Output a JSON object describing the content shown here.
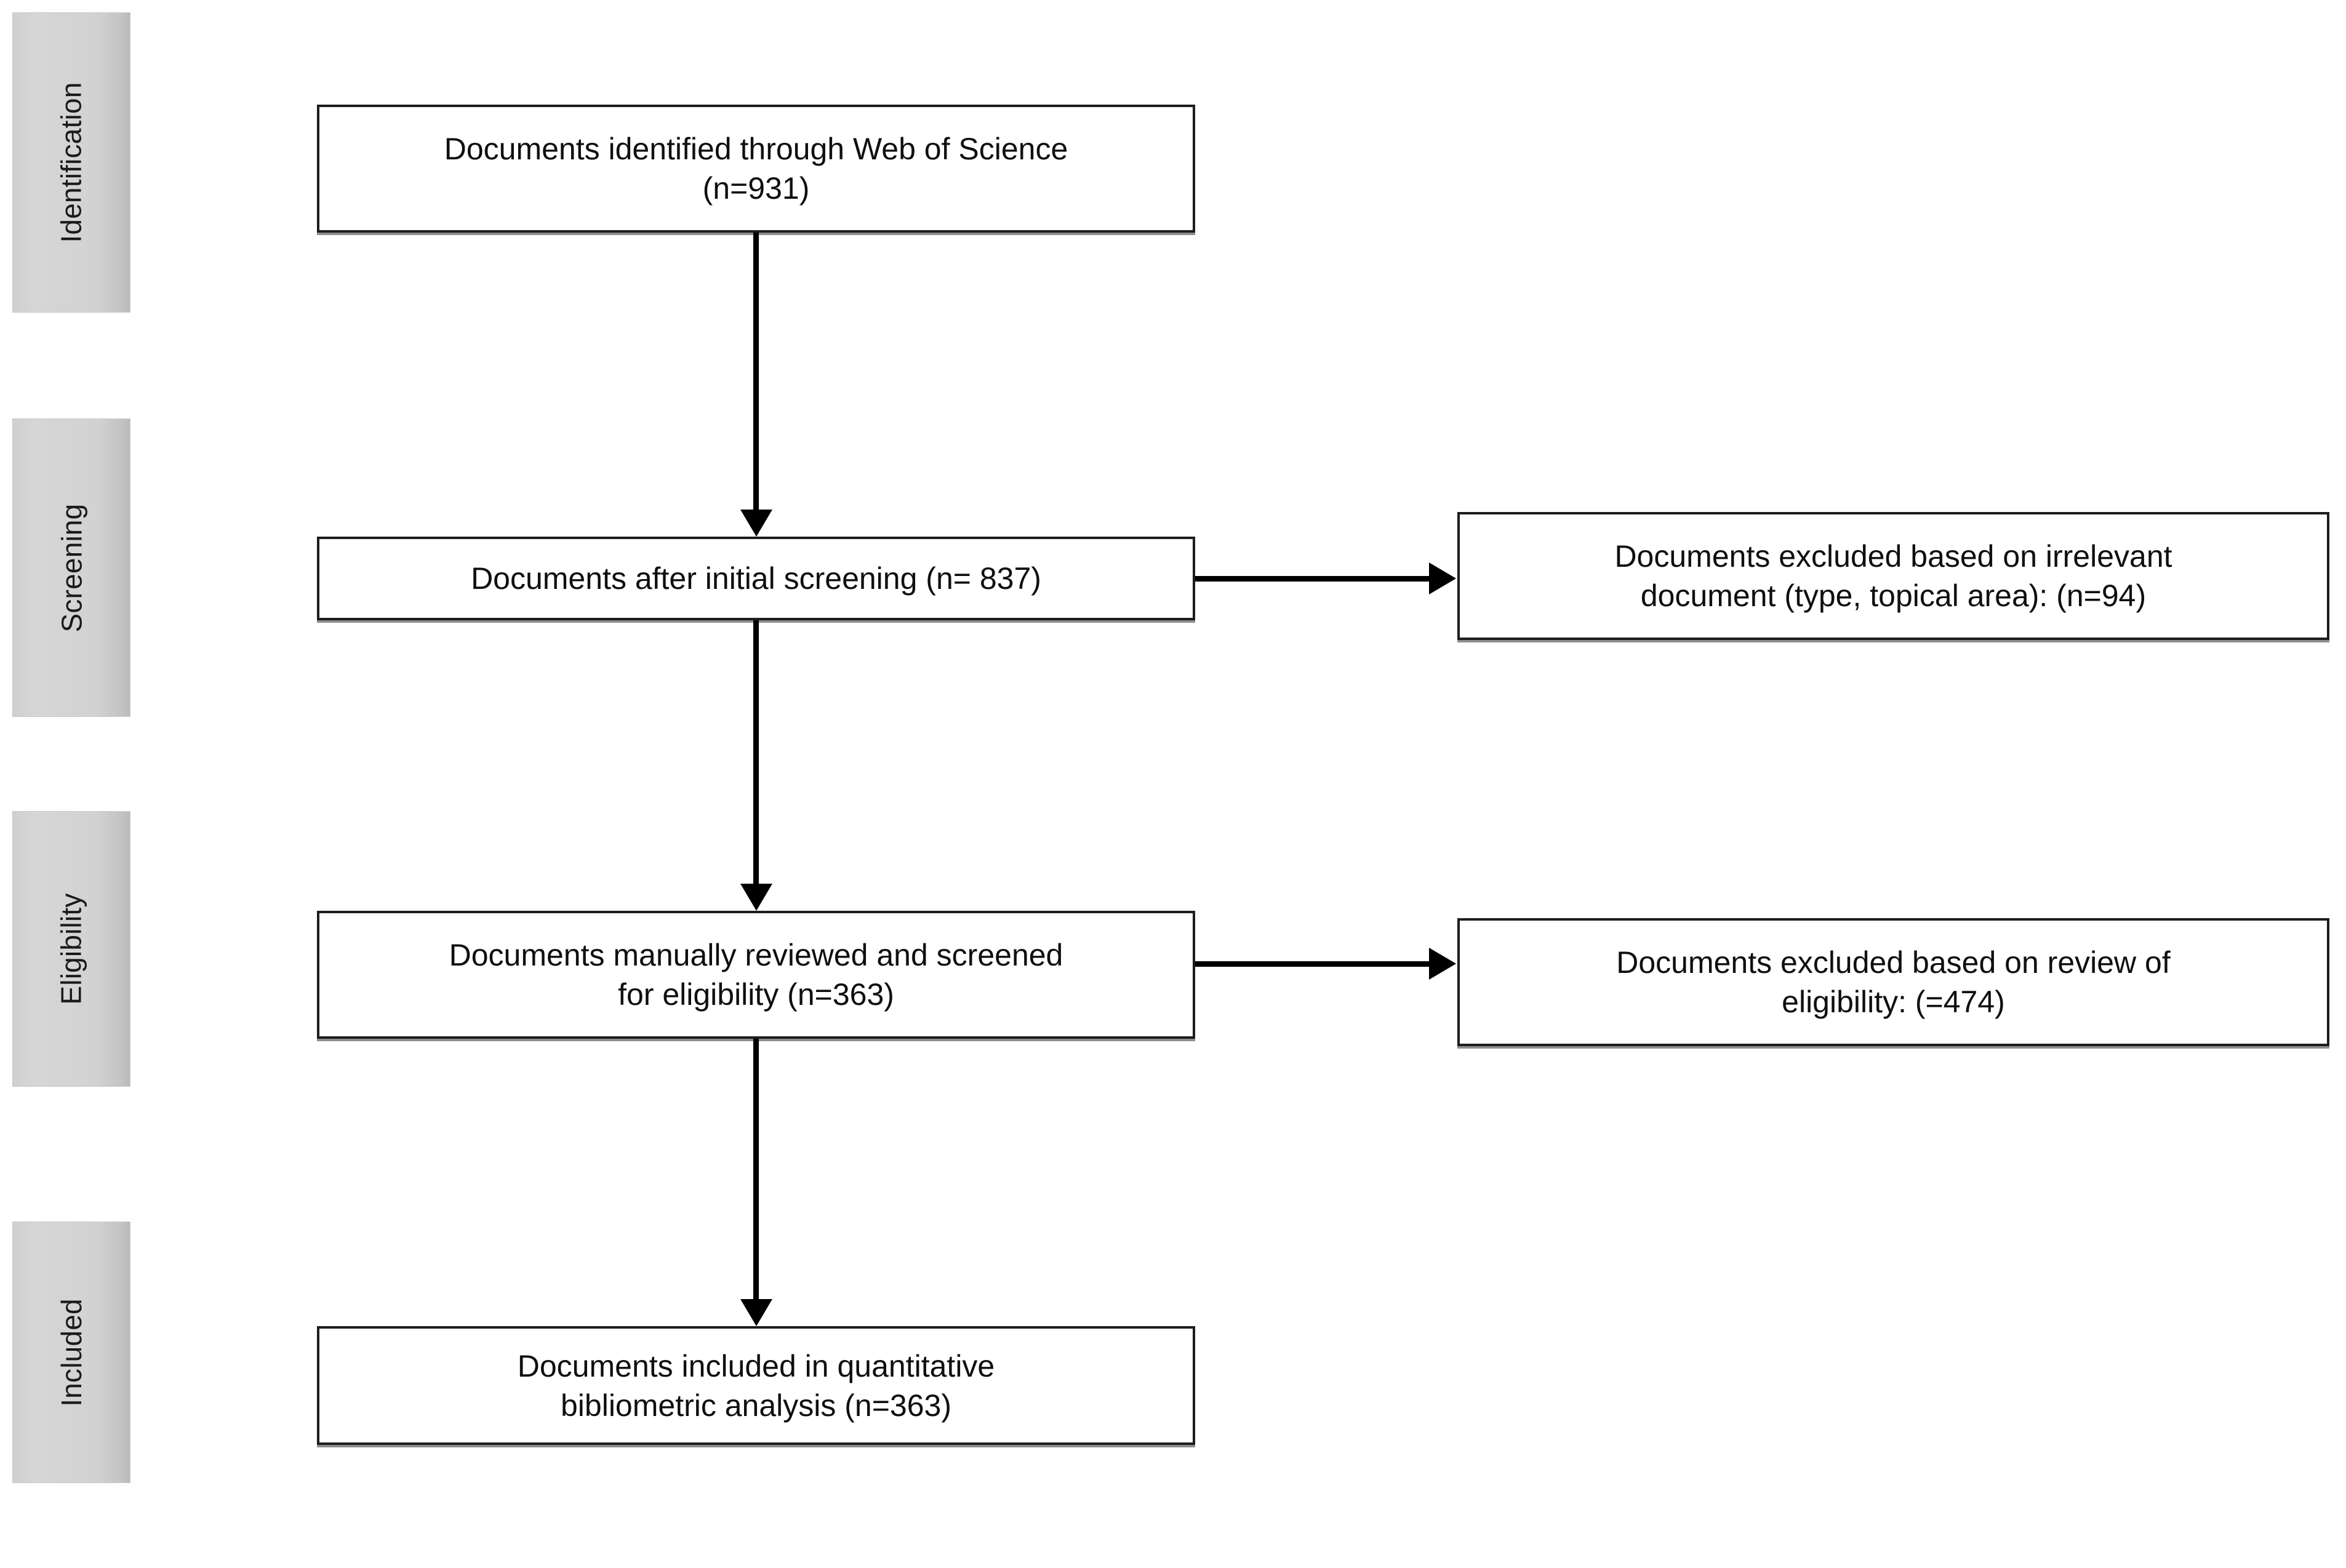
{
  "diagram": {
    "type": "prisma-flow-diagram",
    "title": "PRISMA document selection flow",
    "colors": {
      "box_border": "#1d1d1d",
      "box_fill": "#ffffff",
      "stage_bar_fill": "#d2d2d2",
      "connector": "#000000",
      "text": "#0f0f0f",
      "background": "#ffffff"
    }
  },
  "stages": [
    {
      "id": "identification",
      "label": "Identification"
    },
    {
      "id": "screening",
      "label": "Screening"
    },
    {
      "id": "eligibility",
      "label": "Eligibility"
    },
    {
      "id": "included",
      "label": "Included"
    }
  ],
  "nodes": {
    "identified": {
      "line1": "Documents identified through Web of Science",
      "line2": "(n=931)",
      "count": 931
    },
    "after_screening": {
      "line1": "Documents after initial screening (n= 837)",
      "line2": "",
      "count": 837
    },
    "excluded_irrelevant": {
      "line1": "Documents excluded based on irrelevant",
      "line2": "document (type, topical area): (n=94)",
      "count": 94
    },
    "eligibility_reviewed": {
      "line1": "Documents manually reviewed and screened",
      "line2": "for eligibility (n=363)",
      "count": 363
    },
    "excluded_eligibility": {
      "line1": "Documents excluded based on review of",
      "line2": "eligibility: (=474)",
      "count": 474
    },
    "included_final": {
      "line1": "Documents included in quantitative",
      "line2": "bibliometric analysis (n=363)",
      "count": 363
    }
  },
  "connectors": [
    {
      "id": "identified-to-screening",
      "direction": "down"
    },
    {
      "id": "screening-to-excluded-irrelevant",
      "direction": "right"
    },
    {
      "id": "screening-to-eligibility",
      "direction": "down"
    },
    {
      "id": "eligibility-to-excluded-eligibility",
      "direction": "right"
    },
    {
      "id": "eligibility-to-included",
      "direction": "down"
    }
  ]
}
